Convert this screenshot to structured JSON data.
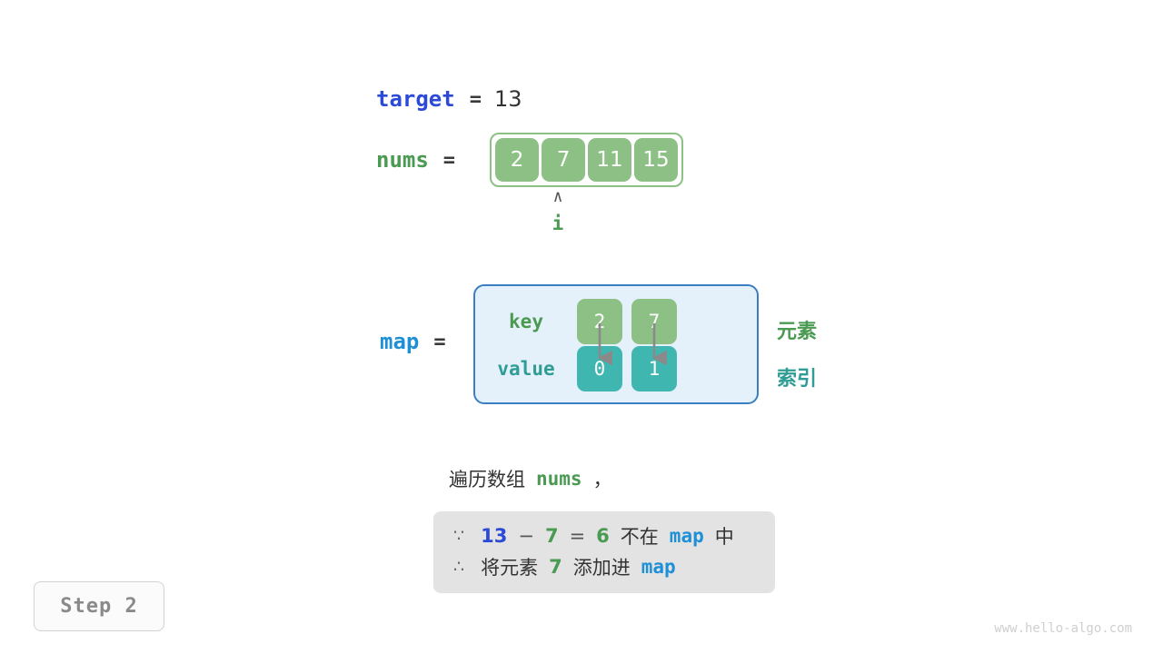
{
  "target": {
    "name": "target",
    "equals": "=",
    "value": "13"
  },
  "nums": {
    "name": "nums",
    "equals": "=",
    "cells": [
      "2",
      "7",
      "11",
      "15"
    ]
  },
  "pointer": {
    "caret": "∧",
    "name": "i",
    "index": 1
  },
  "map": {
    "name": "map",
    "equals": "=",
    "key_label": "key",
    "value_label": "value",
    "keys": [
      "2",
      "7"
    ],
    "values": [
      "0",
      "1"
    ],
    "side_label_element": "元素",
    "side_label_index": "索引"
  },
  "caption": {
    "prefix": "遍历数组",
    "keyword": "nums",
    "suffix": "，"
  },
  "explanation": {
    "line1": {
      "symbol": "∵",
      "a": "13",
      "minus": "−",
      "b": "7",
      "eq": "=",
      "result": "6",
      "not_in": "不在",
      "map": "map",
      "zhong": "中"
    },
    "line2": {
      "symbol": "∴",
      "text_before": "将元素",
      "value": "7",
      "text_after": "添加进",
      "map": "map"
    }
  },
  "step_badge": {
    "label": "Step 2"
  },
  "watermark": {
    "text": "www.hello-algo.com"
  },
  "colors": {
    "target_blue": "#2b4ad6",
    "nums_green": "#4a9a52",
    "map_blue": "#1f8fd6",
    "cell_green": "#8cc084",
    "cell_teal": "#3fb6b0",
    "map_box_fill": "#e4f1fb",
    "map_box_border": "#3a7fc1",
    "explain_bg": "#e3e3e3",
    "arrow_gray": "#8a8a8a"
  }
}
